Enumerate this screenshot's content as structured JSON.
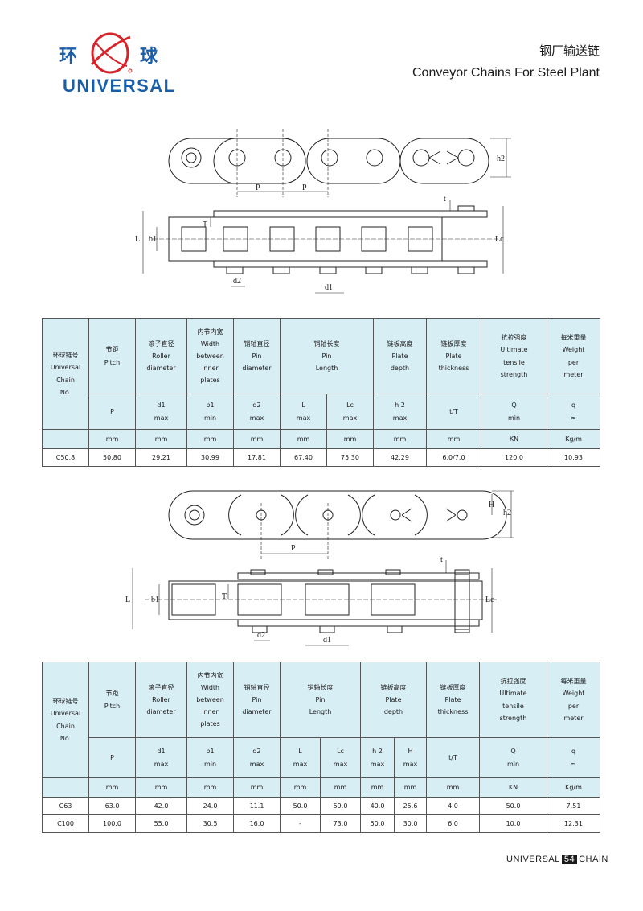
{
  "brand": {
    "cn_left": "环",
    "cn_right": "球",
    "en": "UNIVERSAL",
    "color": "#1b5ea8",
    "accent": "#d8232a"
  },
  "header": {
    "title_cn": "钢厂输送链",
    "title_en": "Conveyor Chains For Steel Plant"
  },
  "drawing1": {
    "p1": "P",
    "p2": "P",
    "h2": "h2",
    "t": "t",
    "L": "L",
    "b1": "b1",
    "T": "T",
    "Lc": "Lc",
    "d2": "d2",
    "d1": "d1"
  },
  "drawing2": {
    "p": "P",
    "H": "H",
    "h2": "h2",
    "t": "t",
    "L": "L",
    "b1": "b1",
    "T": "T",
    "Lc": "Lc",
    "d2": "d2",
    "d1": "d1"
  },
  "table1": {
    "hdr": {
      "no": [
        "环球链号",
        "Universal",
        "Chain",
        "No."
      ],
      "pitch": [
        "节距",
        "Pitch"
      ],
      "roller": [
        "滚子直径",
        "Roller",
        "diameter"
      ],
      "width": [
        "内节内宽",
        "Width",
        "between",
        "inner",
        "plates"
      ],
      "pin": [
        "销轴直径",
        "Pin",
        "diameter"
      ],
      "pinlen": [
        "销轴长度",
        "Pin",
        "Length"
      ],
      "plateh": [
        "链板高度",
        "Plate",
        "depth"
      ],
      "platet": [
        "链板厚度",
        "Plate",
        "thickness"
      ],
      "tensile": [
        "抗拉强度",
        "Ultimate",
        "tensile",
        "strength"
      ],
      "weight": [
        "每米重量",
        "Weight",
        "per",
        "meter"
      ]
    },
    "sym": {
      "P": "P",
      "d1": [
        "d1",
        "max"
      ],
      "b1": [
        "b1",
        "min"
      ],
      "d2": [
        "d2",
        "max"
      ],
      "L": [
        "L",
        "max"
      ],
      "Lc": [
        "Lc",
        "max"
      ],
      "h2": [
        "h 2",
        "max"
      ],
      "tT": "t/T",
      "Q": [
        "Q",
        "min"
      ],
      "q": [
        "q",
        "≈"
      ]
    },
    "units": [
      "mm",
      "mm",
      "mm",
      "mm",
      "mm",
      "mm",
      "mm",
      "mm",
      "KN",
      "Kg/m"
    ],
    "rows": [
      [
        "C50.8",
        "50.80",
        "29.21",
        "30.99",
        "17.81",
        "67.40",
        "75.30",
        "42.29",
        "6.0/7.0",
        "120.0",
        "10.93"
      ]
    ]
  },
  "table2": {
    "hdr": {
      "no": [
        "环球链号",
        "Universal",
        "Chain",
        "No."
      ],
      "pitch": [
        "节距",
        "Pitch"
      ],
      "roller": [
        "滚子直径",
        "Roller",
        "diameter"
      ],
      "width": [
        "内节内宽",
        "Width",
        "between",
        "inner",
        "plates"
      ],
      "pin": [
        "销轴直径",
        "Pin",
        "diameter"
      ],
      "pinlen": [
        "销轴长度",
        "Pin",
        "Length"
      ],
      "plateh": [
        "链板高度",
        "Plate",
        "depth"
      ],
      "platet": [
        "链板厚度",
        "Plate",
        "thickness"
      ],
      "tensile": [
        "抗拉强度",
        "Ultimate",
        "tensile",
        "strength"
      ],
      "weight": [
        "每米重量",
        "Weight",
        "per",
        "meter"
      ]
    },
    "sym": {
      "P": "P",
      "d1": [
        "d1",
        "max"
      ],
      "b1": [
        "b1",
        "min"
      ],
      "d2": [
        "d2",
        "max"
      ],
      "L": [
        "L",
        "max"
      ],
      "Lc": [
        "Lc",
        "max"
      ],
      "h2": [
        "h 2",
        "max"
      ],
      "H": [
        "H",
        "max"
      ],
      "tT": "t/T",
      "Q": [
        "Q",
        "min"
      ],
      "q": [
        "q",
        "≈"
      ]
    },
    "units": [
      "mm",
      "mm",
      "mm",
      "mm",
      "mm",
      "mm",
      "mm",
      "mm",
      "mm",
      "KN",
      "Kg/m"
    ],
    "rows": [
      [
        "C63",
        "63.0",
        "42.0",
        "24.0",
        "11.1",
        "50.0",
        "59.0",
        "40.0",
        "25.6",
        "4.0",
        "50.0",
        "7.51"
      ],
      [
        "C100",
        "100.0",
        "55.0",
        "30.5",
        "16.0",
        "-",
        "73.0",
        "50.0",
        "30.0",
        "6.0",
        "10.0",
        "12.31"
      ]
    ]
  },
  "footer": {
    "left": "UNIVERSAL",
    "page": "54",
    "right": "CHAIN"
  }
}
